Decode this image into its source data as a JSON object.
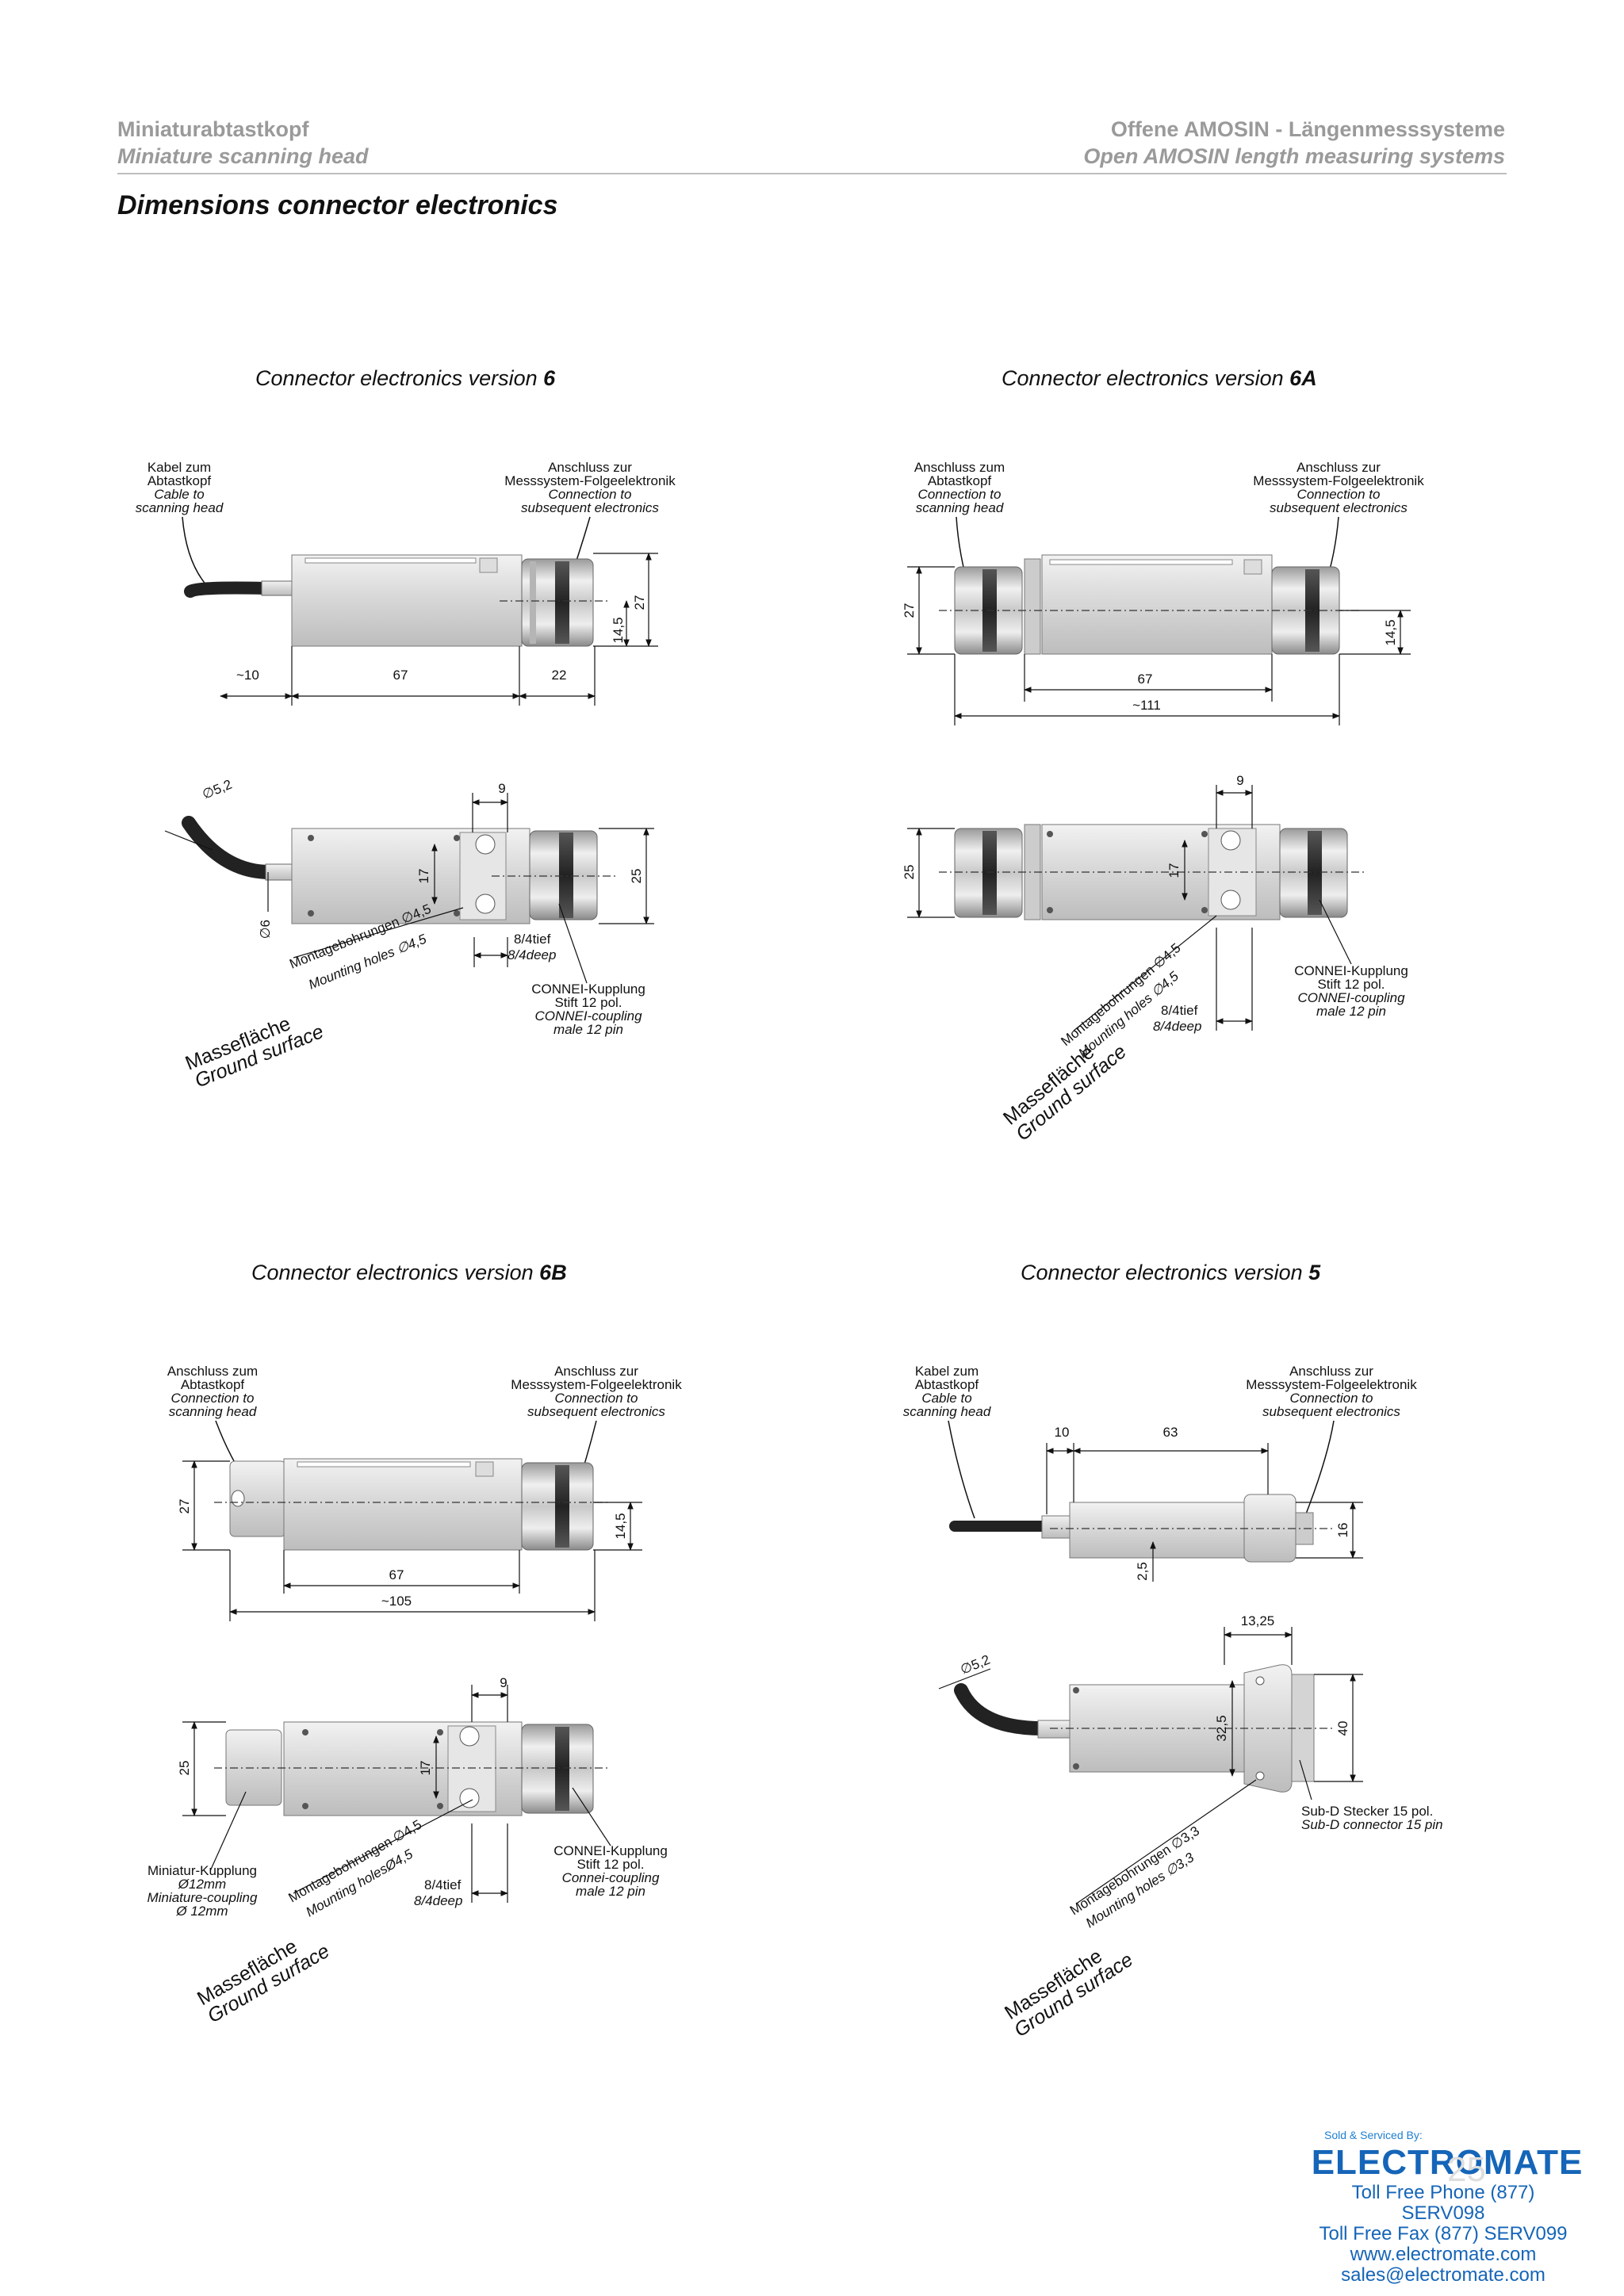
{
  "header": {
    "left_de": "Miniaturabtastkopf",
    "left_en": "Miniature scanning head",
    "right_de": "Offene AMOSIN - Längenmesssysteme",
    "right_en": "Open AMOSIN length measuring systems"
  },
  "title": "Dimensions connector electronics",
  "sections": {
    "v6": {
      "title_prefix": "Connector electronics version ",
      "title_bold": "6",
      "cable_de1": "Kabel zum",
      "cable_de2": "Abtastkopf",
      "cable_en1": "Cable to",
      "cable_en2": "scanning head",
      "conn_de1": "Anschluss zur",
      "conn_de2": "Messsystem-Folgeelektronik",
      "conn_en1": "Connection to",
      "conn_en2": "subsequent electronics",
      "d_10": "~10",
      "d_67": "67",
      "d_22": "22",
      "d_145": "14,5",
      "d_27": "27",
      "d_52": "∅5,2",
      "d_6": "∅6",
      "d_9": "9",
      "d_17": "17",
      "d_25": "25",
      "tief": "8/4tief",
      "deep": "8/4deep",
      "holes_de": "Montagebohrungen ∅4,5",
      "holes_en": "Mounting holes ∅4,5",
      "ground_de": "Massefläche",
      "ground_en": "Ground surface",
      "coup_de1": "CONNEI-Kupplung",
      "coup_de2": "Stift 12 pol.",
      "coup_en1": "CONNEI-coupling",
      "coup_en2": "male 12 pin"
    },
    "v6a": {
      "title_prefix": "Connector electronics version ",
      "title_bold": "6A",
      "cable_de1": "Anschluss zum",
      "cable_de2": "Abtastkopf",
      "cable_en1": "Connection to",
      "cable_en2": "scanning head",
      "conn_de1": "Anschluss zur",
      "conn_de2": "Messsystem-Folgeelektronik",
      "conn_en1": "Connection to",
      "conn_en2": "subsequent electronics",
      "d_27": "27",
      "d_145": "14,5",
      "d_67": "67",
      "d_111": "~111",
      "d_9": "9",
      "d_25": "25",
      "d_17": "17",
      "tief": "8/4tief",
      "deep": "8/4deep",
      "holes_de": "Montagebohrungen ∅4,5",
      "holes_en": "Mounting holes ∅4,5",
      "ground_de": "Massefläche",
      "ground_en": "Ground surface",
      "coup_de1": "CONNEI-Kupplung",
      "coup_de2": "Stift 12 pol.",
      "coup_en1": "CONNEI-coupling",
      "coup_en2": "male 12 pin"
    },
    "v6b": {
      "title_prefix": "Connector electronics version ",
      "title_bold": "6B",
      "cable_de1": "Anschluss zum",
      "cable_de2": "Abtastkopf",
      "cable_en1": "Connection to",
      "cable_en2": "scanning head",
      "conn_de1": "Anschluss zur",
      "conn_de2": "Messsystem-Folgeelektronik",
      "conn_en1": "Connection to",
      "conn_en2": "subsequent electronics",
      "d_27": "27",
      "d_145": "14,5",
      "d_67": "67",
      "d_105": "~105",
      "d_9": "9",
      "d_25": "25",
      "d_17": "17",
      "tief": "8/4tief",
      "deep": "8/4deep",
      "mini_de1": "Miniatur-Kupplung",
      "mini_de2": "Ø12mm",
      "mini_en1": "Miniature-coupling",
      "mini_en2": "Ø 12mm",
      "holes_de": "Montagebohrungen ∅4,5",
      "holes_en": "Mounting holesØ4,5",
      "ground_de": "Massefläche",
      "ground_en": "Ground surface",
      "coup_de1": "CONNEI-Kupplung",
      "coup_de2": "Stift 12 pol.",
      "coup_en1": "Connei-coupling",
      "coup_en2": "male 12 pin"
    },
    "v5": {
      "title_prefix": "Connector electronics version ",
      "title_bold": "5",
      "cable_de1": "Kabel zum",
      "cable_de2": "Abtastkopf",
      "cable_en1": "Cable to",
      "cable_en2": "scanning head",
      "conn_de1": "Anschluss zur",
      "conn_de2": "Messsystem-Folgeelektronik",
      "conn_en1": "Connection to",
      "conn_en2": "subsequent electronics",
      "d_10": "10",
      "d_63": "63",
      "d_16": "16",
      "d_25": "2,5",
      "d_1325": "13,25",
      "d_52": "∅5,2",
      "d_325": "32,5",
      "d_40": "40",
      "subd_de": "Sub-D Stecker 15 pol.",
      "subd_en": "Sub-D connector 15 pin",
      "holes_de": "Montagebohrungen ∅3,3",
      "holes_en": "Mounting holes ∅3,3",
      "ground_de": "Massefläche",
      "ground_en": "Ground surface"
    }
  },
  "footer": {
    "sold": "Sold & Serviced By:",
    "brand": "ELECTROMATE",
    "phone": "Toll Free Phone  (877) SERV098",
    "fax": "Toll Free Fax  (877) SERV099",
    "web": "www.electromate.com",
    "email": "sales@electromate.com",
    "page": "25"
  }
}
